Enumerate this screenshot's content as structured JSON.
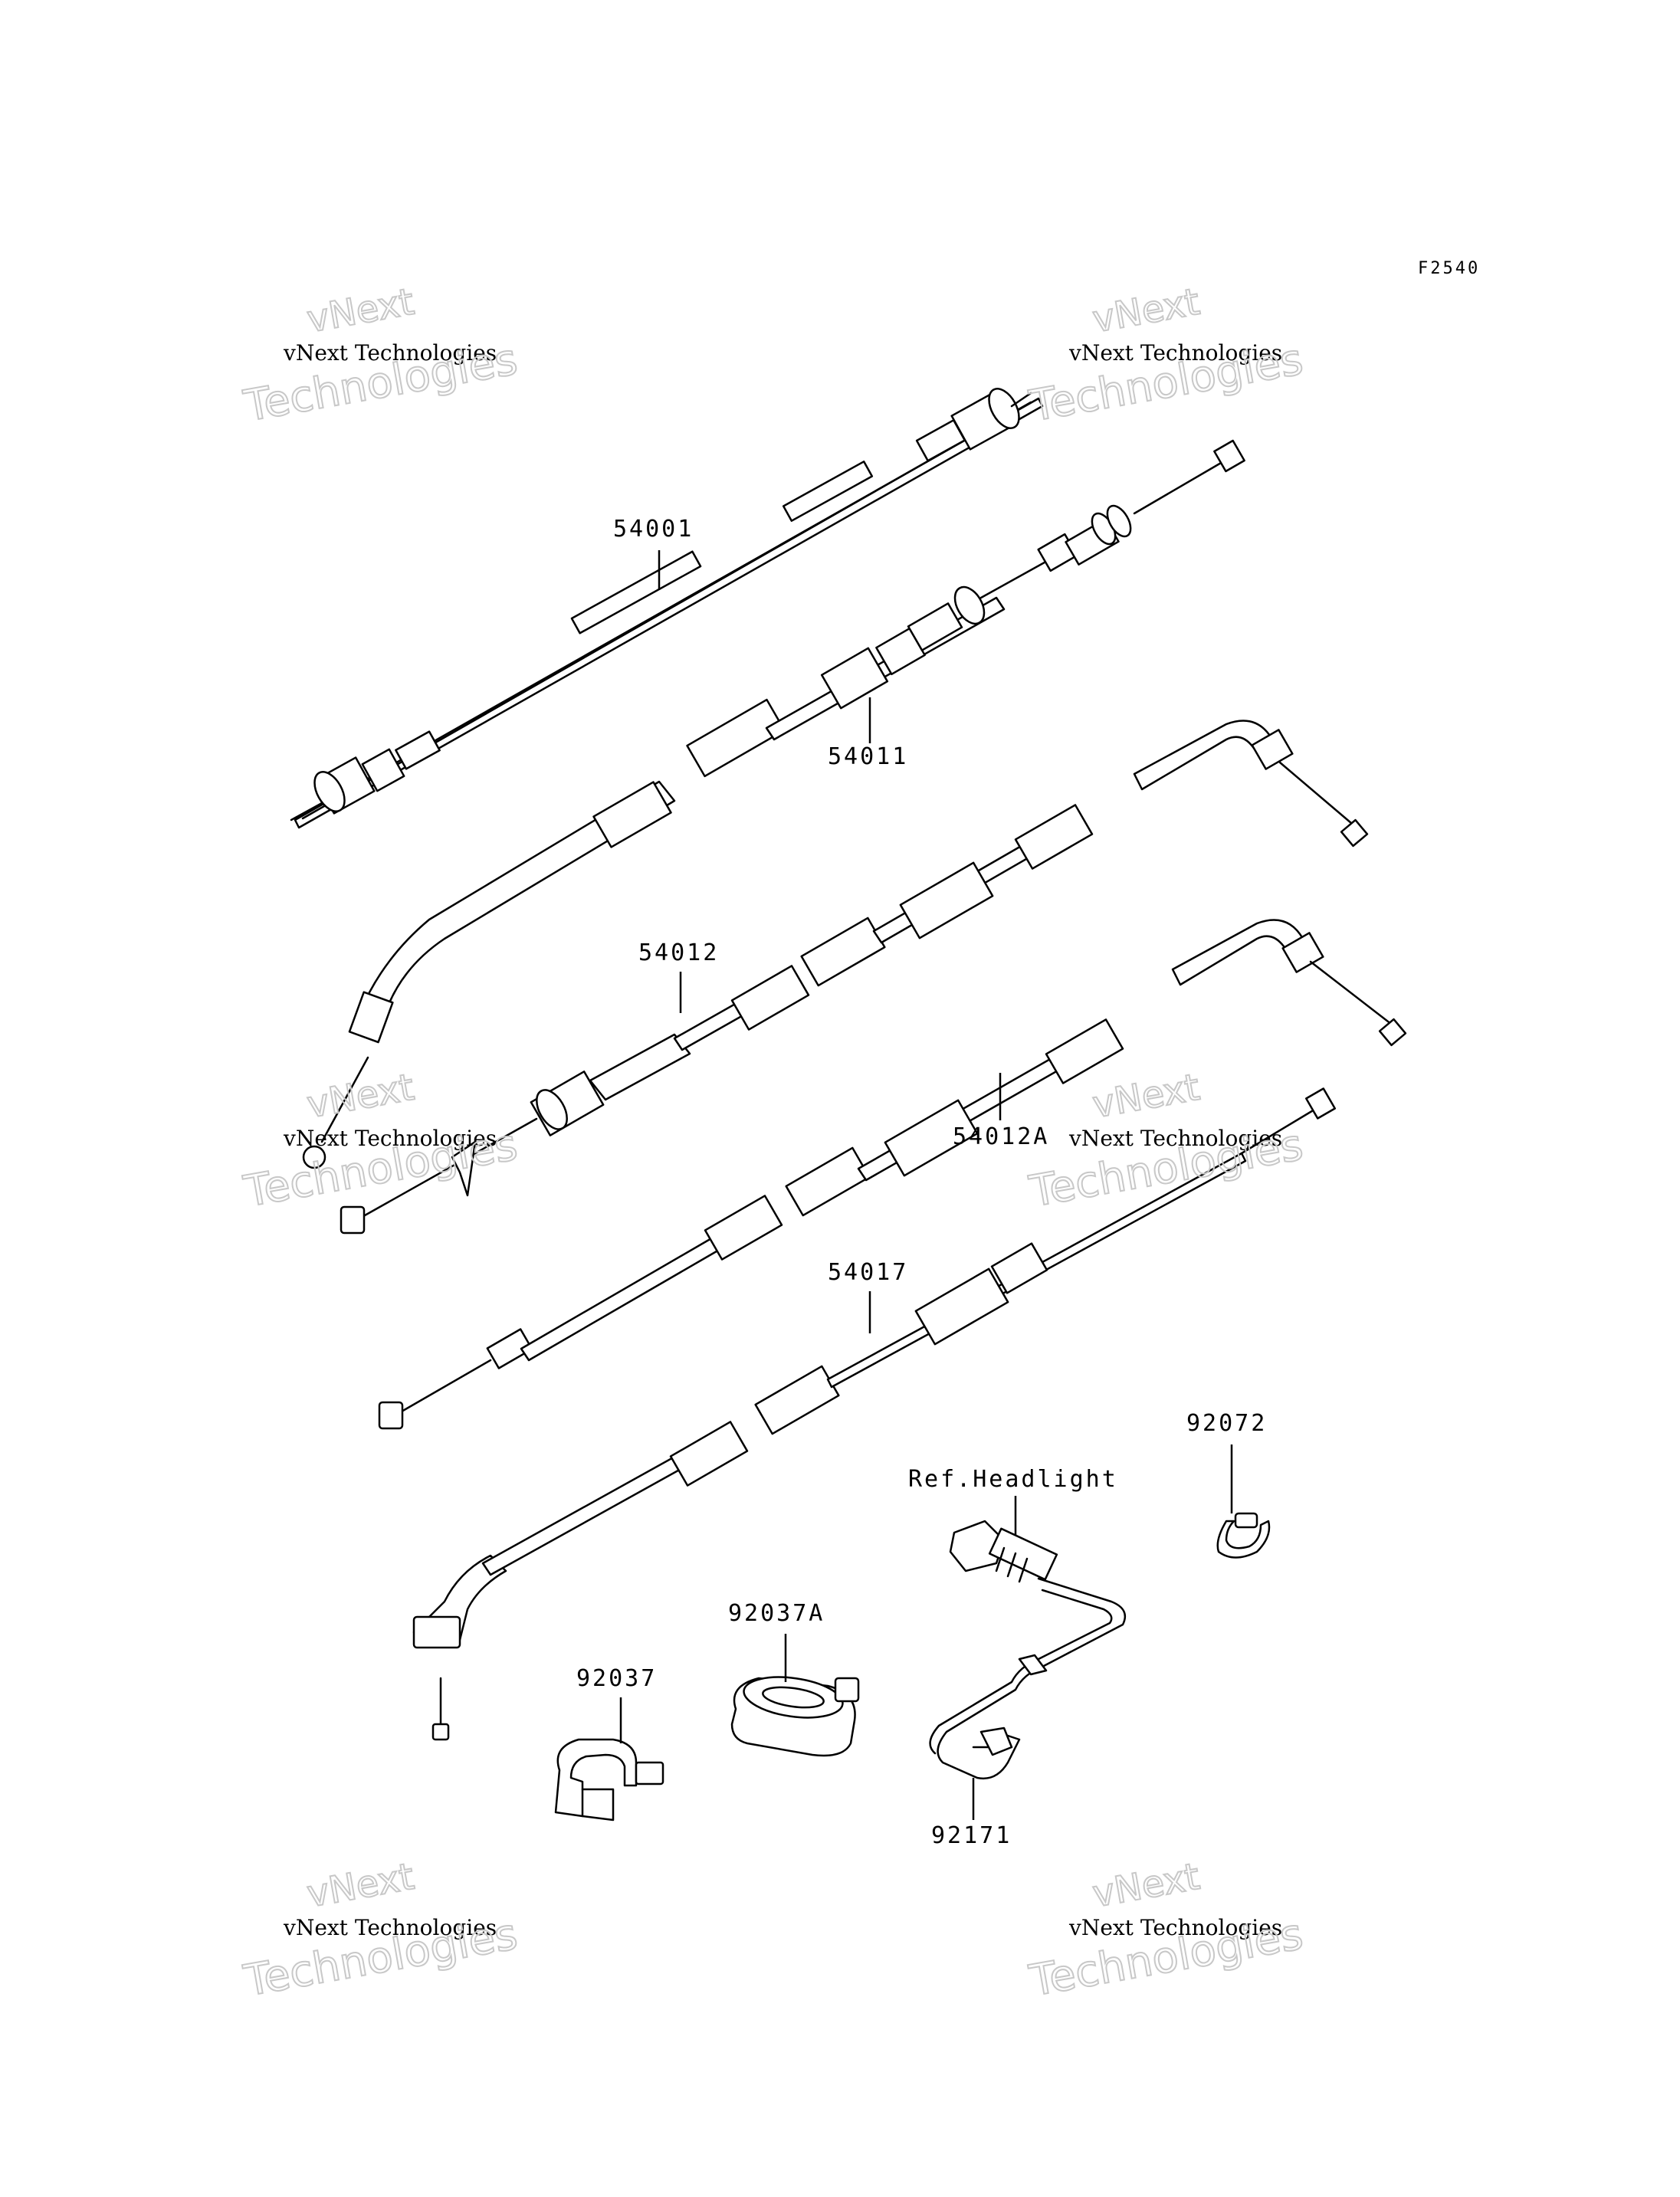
{
  "figure_code": "F2540",
  "watermarks": [
    {
      "line1": "vNext",
      "line2": "vNext Technologies",
      "line3": "Technologies"
    },
    {
      "line1": "vNext",
      "line2": "vNext Technologies",
      "line3": "Technologies"
    },
    {
      "line1": "vNext",
      "line2": "vNext Technologies",
      "line3": "Technologies"
    },
    {
      "line1": "vNext",
      "line2": "vNext Technologies",
      "line3": "Technologies"
    },
    {
      "line1": "vNext",
      "line2": "vNext Technologies",
      "line3": "Technologies"
    },
    {
      "line1": "vNext",
      "line2": "vNext Technologies",
      "line3": "Technologies"
    }
  ],
  "parts": [
    {
      "number": "54001"
    },
    {
      "number": "54011"
    },
    {
      "number": "54012"
    },
    {
      "number": "54012A"
    },
    {
      "number": "54017"
    },
    {
      "number": "92072"
    },
    {
      "number": "92037A"
    },
    {
      "number": "92037"
    },
    {
      "number": "92171"
    }
  ],
  "reference_note": "Ref.Headlight",
  "colors": {
    "line": "#000000",
    "background": "#ffffff",
    "watermark_outline": "#c8c8c8"
  }
}
